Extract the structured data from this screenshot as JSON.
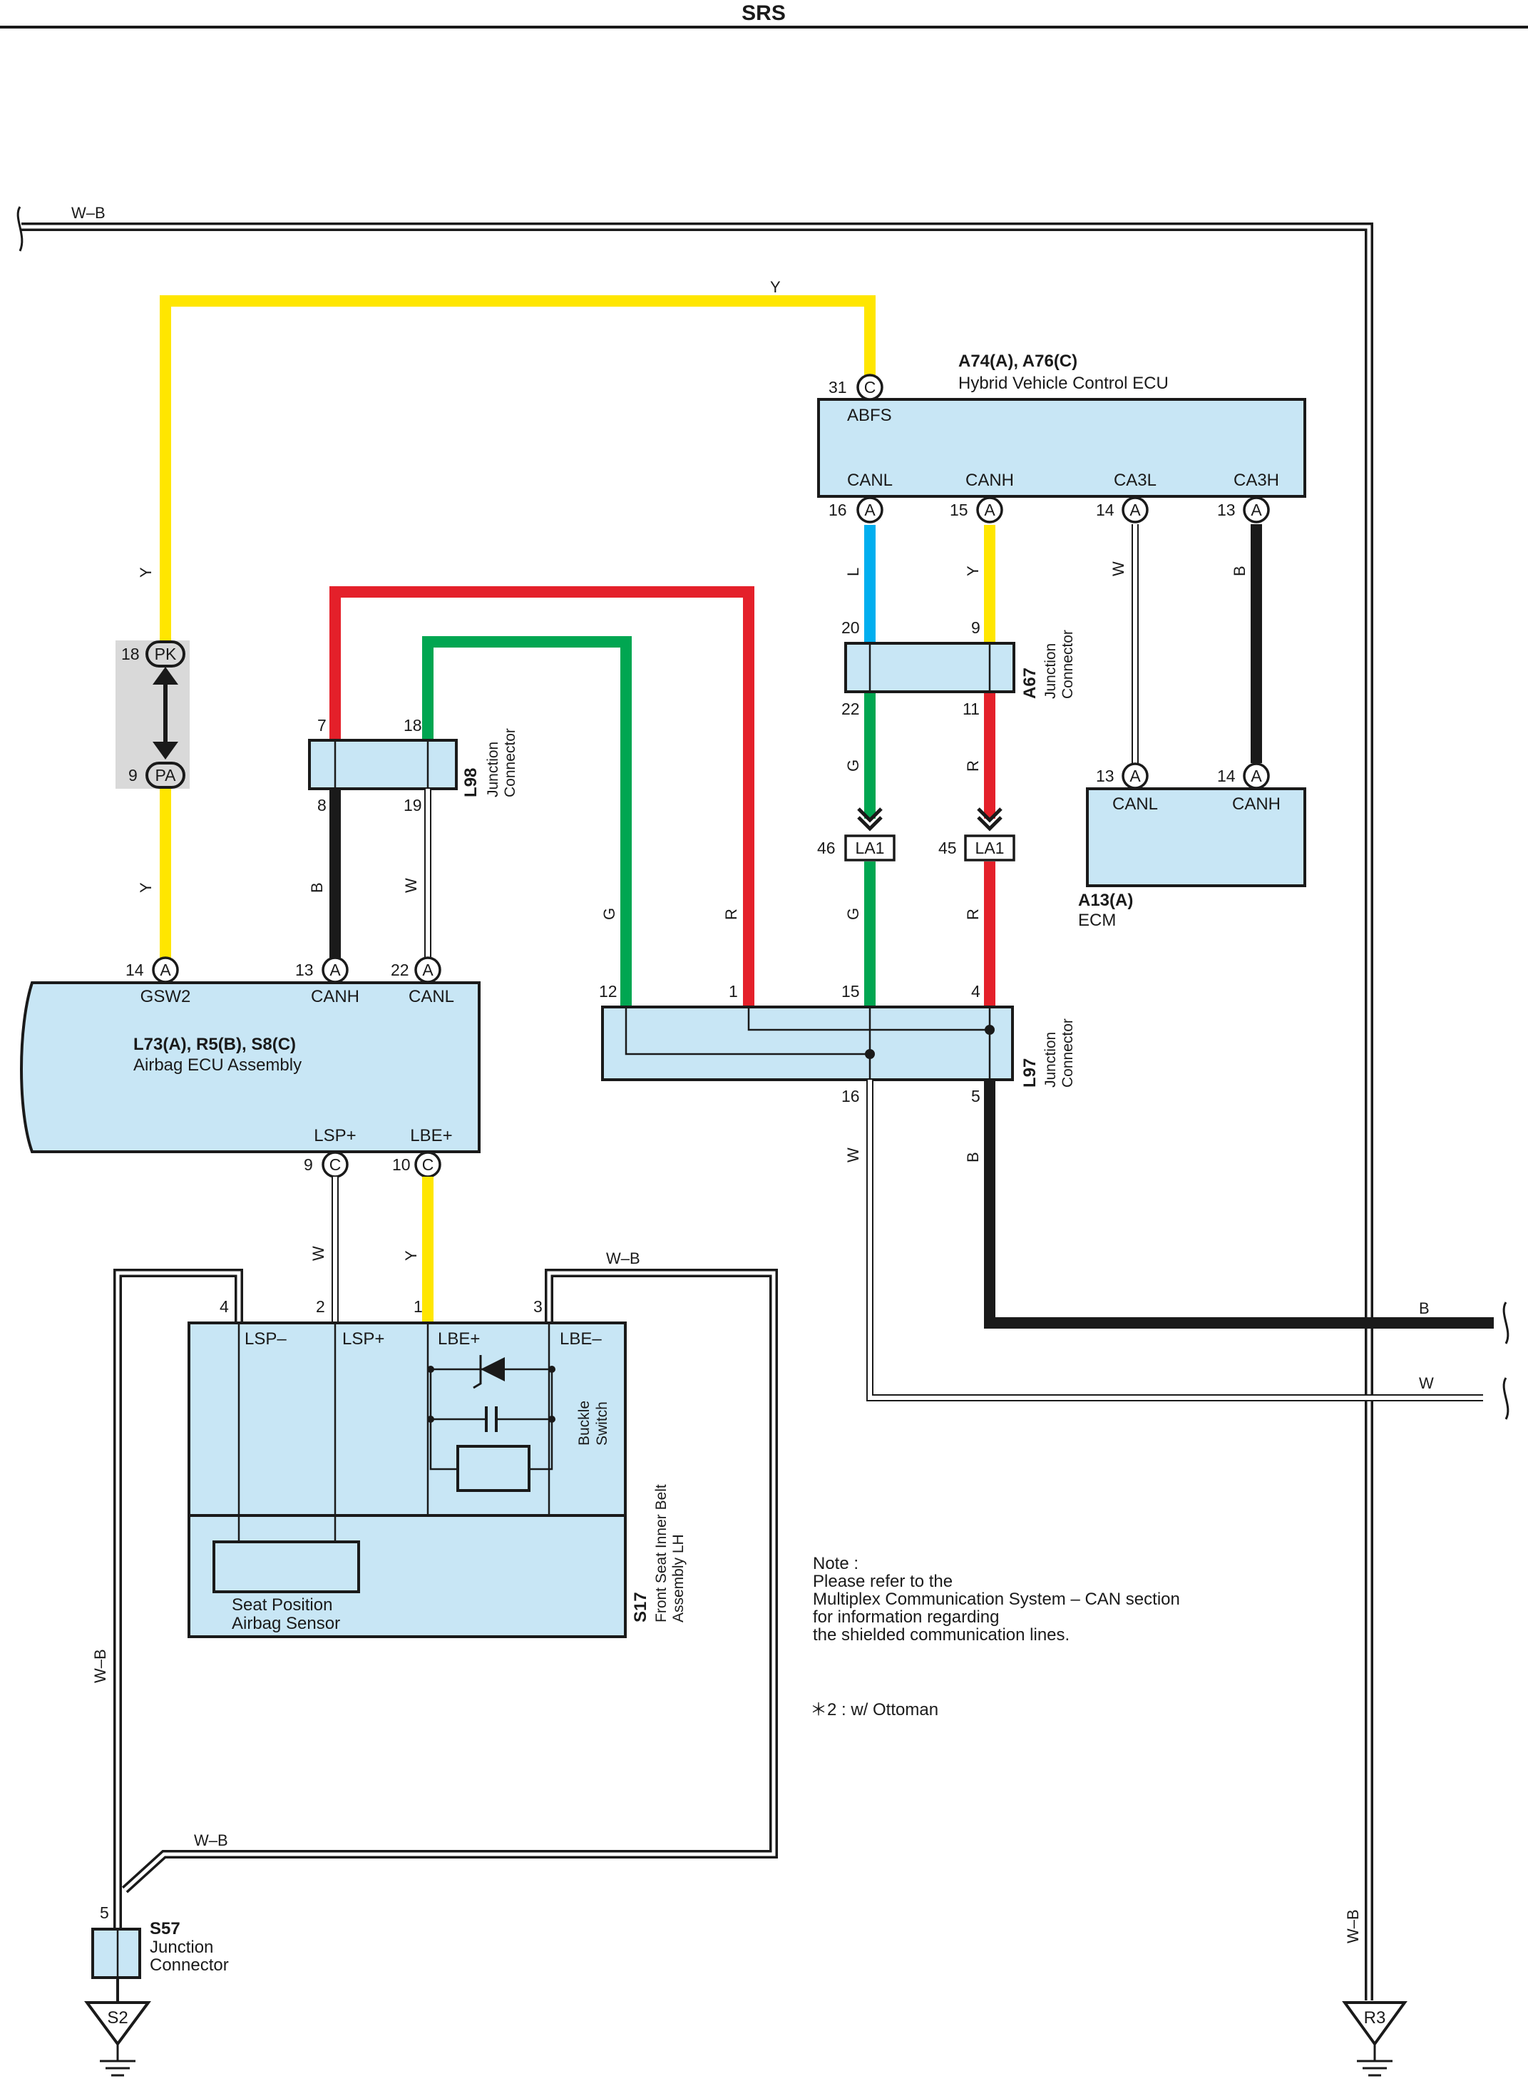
{
  "header": {
    "title": "SRS"
  },
  "colors": {
    "yellow": "#ffe600",
    "red": "#e4202a",
    "green": "#00a651",
    "blue": "#00aeef",
    "black": "#1a1a1a",
    "box_fill": "#c8e6f5",
    "connector_gray": "#d9d9d9"
  },
  "wire_labels": {
    "wb": "W–B",
    "y": "Y",
    "b": "B",
    "w": "W",
    "g": "G",
    "r": "R",
    "l": "L"
  },
  "components": {
    "hv_ecu": {
      "ref": "A74(A), A76(C)",
      "name": "Hybrid Vehicle Control ECU",
      "abfs": "ABFS",
      "canl": "CANL",
      "canh": "CANH",
      "ca3l": "CA3L",
      "ca3h": "CA3H",
      "pins": {
        "abfs_num": "31",
        "abfs_conn": "C",
        "canl_num": "16",
        "canh_num": "15",
        "ca3l_num": "14",
        "ca3h_num": "13",
        "conn_a": "A"
      }
    },
    "ecm": {
      "ref": "A13(A)",
      "name": "ECM",
      "canl": "CANL",
      "canh": "CANH",
      "canl_num": "13",
      "canh_num": "14",
      "conn": "A"
    },
    "a67": {
      "ref": "A67",
      "line1": "Junction",
      "line2": "Connector",
      "p20": "20",
      "p9": "9",
      "p22": "22",
      "p11": "11"
    },
    "la1": {
      "conn": "LA1",
      "p46": "46",
      "p45": "45"
    },
    "l98": {
      "ref": "L98",
      "line1": "Junction",
      "line2": "Connector",
      "p7": "7",
      "p18": "18",
      "p8": "8",
      "p19": "19"
    },
    "pk_pa": {
      "pk": "PK",
      "pa": "PA",
      "p18": "18",
      "p9": "9"
    },
    "airbag_ecu": {
      "ref": "L73(A), R5(B), S8(C)",
      "name": "Airbag ECU Assembly",
      "gsw2": "GSW2",
      "canh": "CANH",
      "canl": "CANL",
      "lsp": "LSP+",
      "lbe": "LBE+",
      "p14": "14",
      "p13": "13",
      "p22": "22",
      "p9": "9",
      "p10": "10",
      "conn_a": "A",
      "conn_c": "C"
    },
    "l97": {
      "ref": "L97",
      "line1": "Junction",
      "line2": "Connector",
      "p12": "12",
      "p1": "1",
      "p15": "15",
      "p4": "4",
      "p16": "16",
      "p5": "5"
    },
    "belt": {
      "ref": "S17",
      "line1": "Front Seat Inner Belt",
      "line2": "Assembly LH",
      "lsp_minus": "LSP–",
      "lsp_plus": "LSP+",
      "lbe_plus": "LBE+",
      "lbe_minus": "LBE–",
      "p4": "4",
      "p2": "2",
      "p1": "1",
      "p3": "3",
      "buckle1": "Buckle",
      "buckle2": "Switch",
      "sensor1": "Seat Position",
      "sensor2": "Airbag Sensor"
    },
    "s57": {
      "ref": "S57",
      "line1": "Junction",
      "line2": "Connector",
      "p5": "5"
    },
    "grounds": {
      "s2": "S2",
      "r3": "R3"
    }
  },
  "note": {
    "lines": [
      "Note :",
      "Please refer to the",
      "Multiplex Communication System – CAN section",
      "for information regarding",
      "the shielded communication lines."
    ],
    "footnote": "＊2 : w/ Ottoman"
  }
}
